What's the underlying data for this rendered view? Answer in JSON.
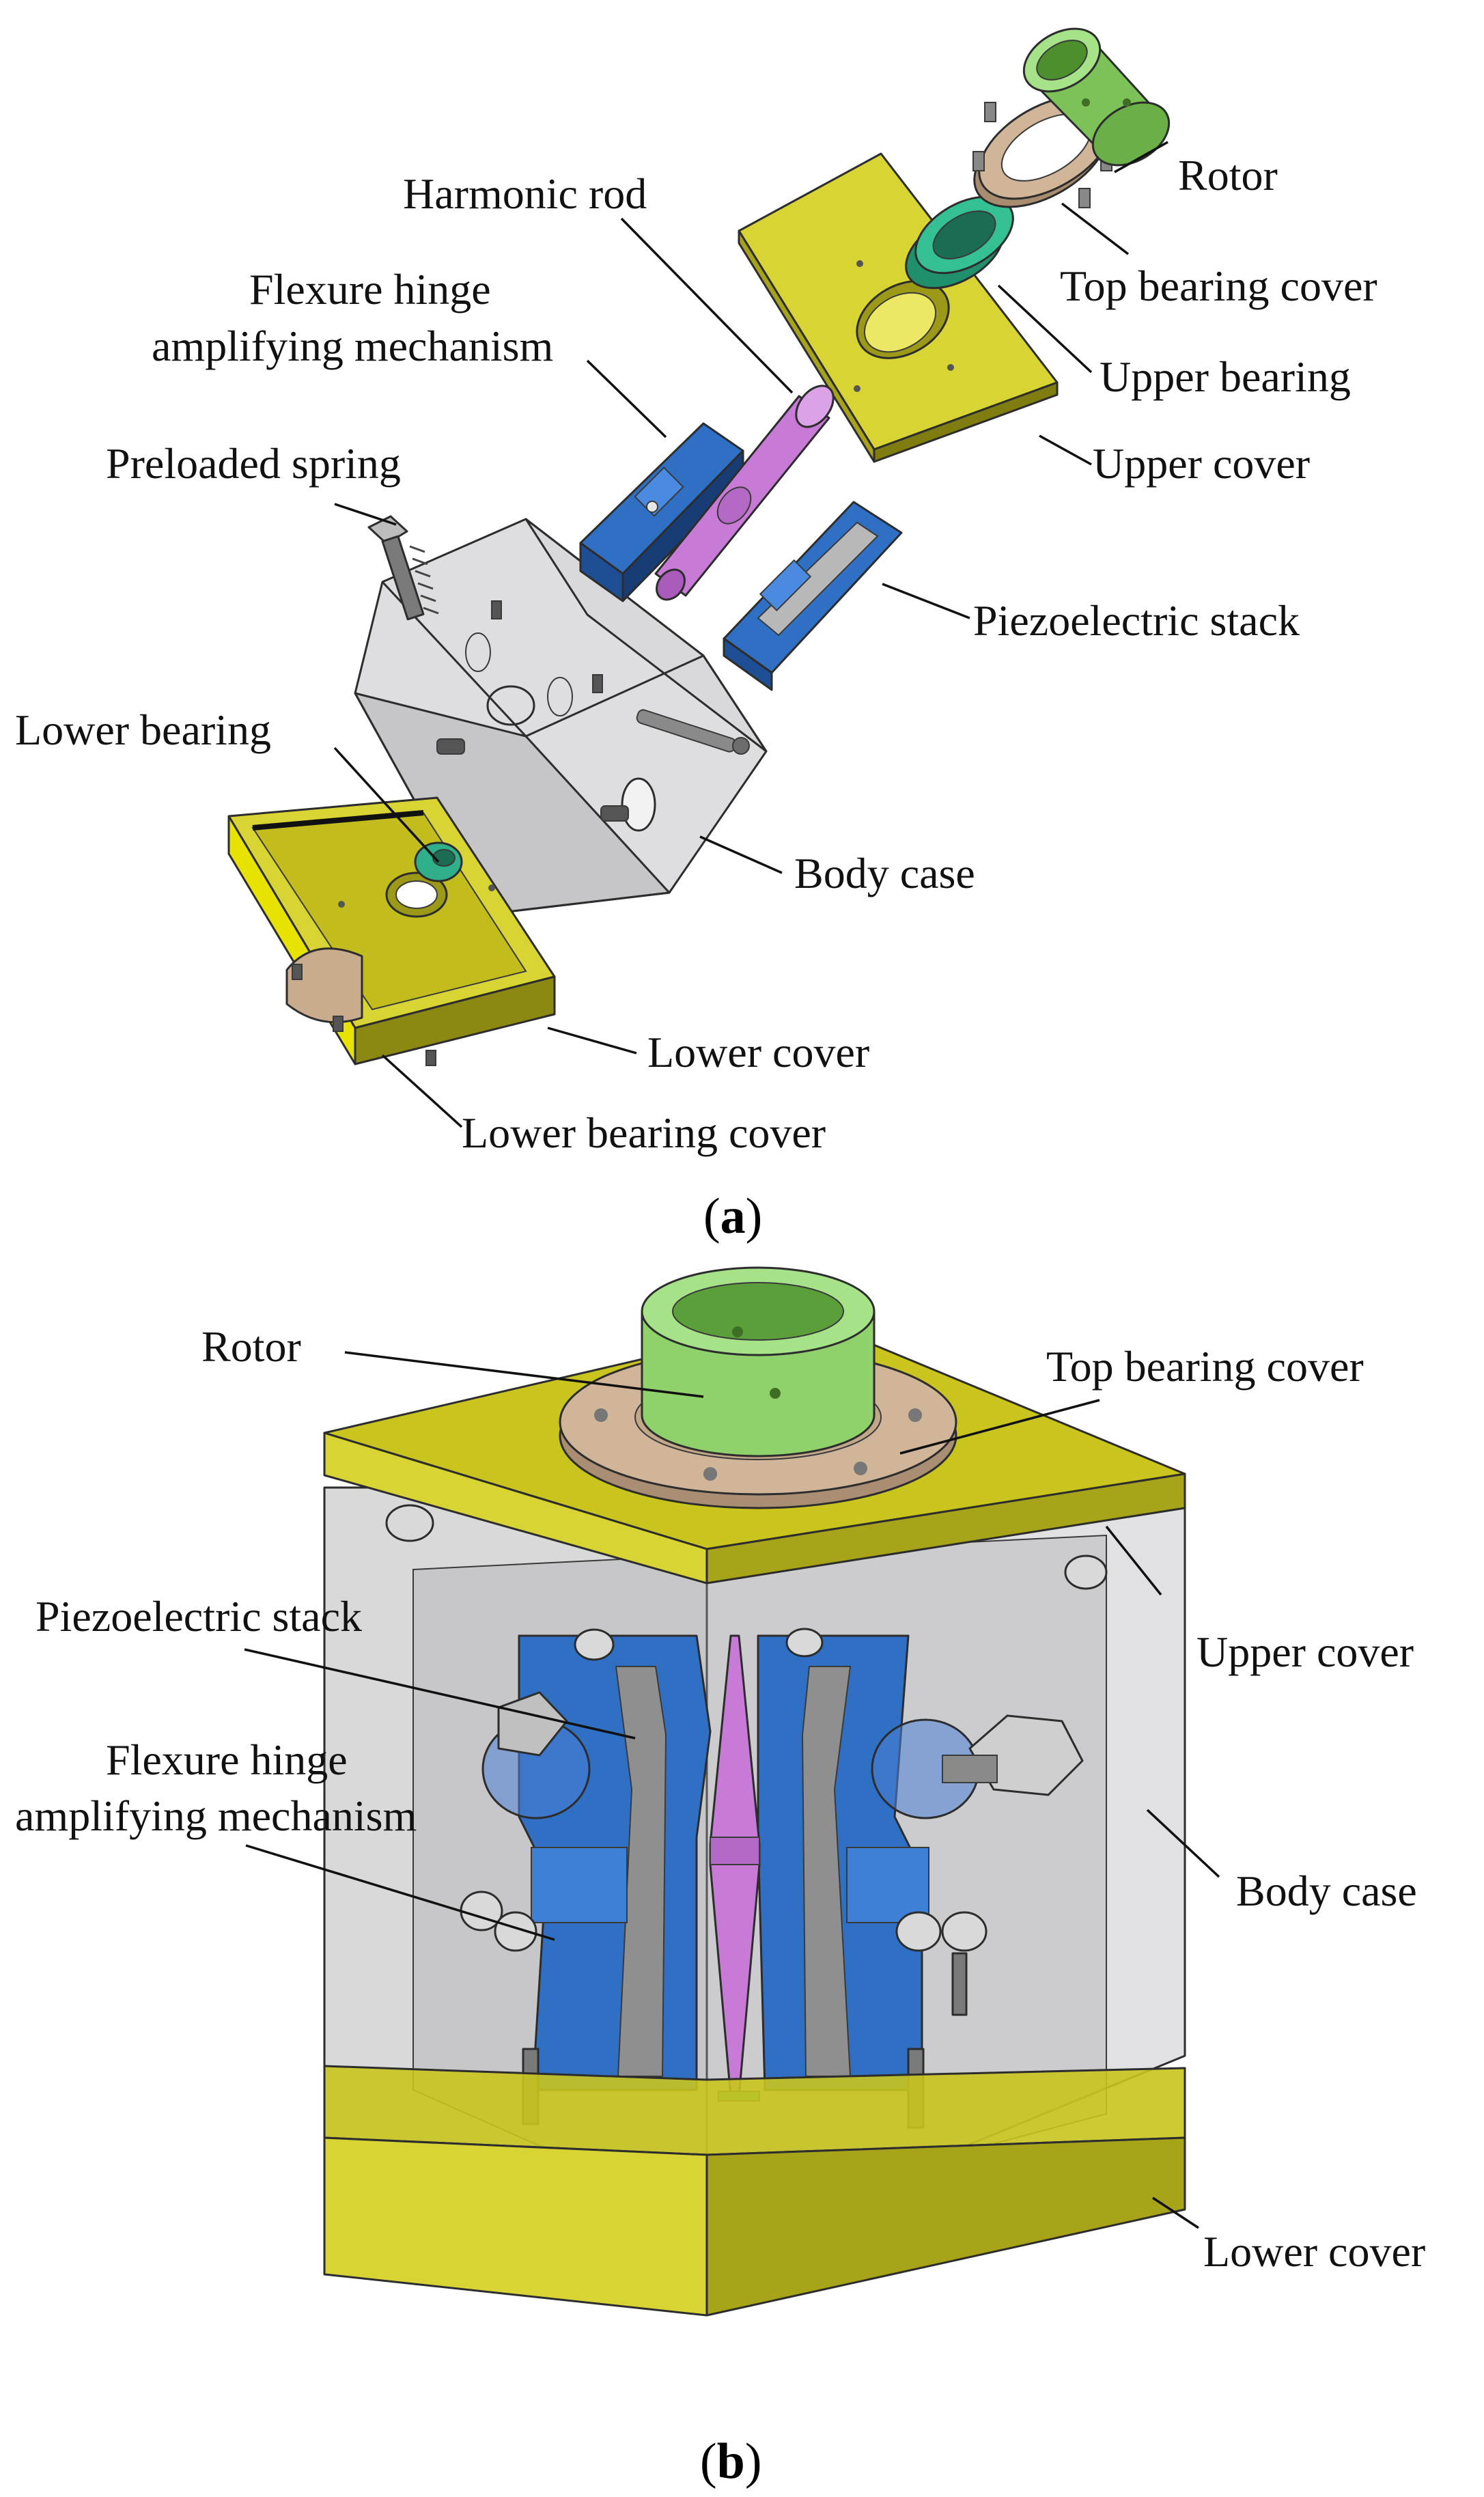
{
  "panel_a": {
    "labels": {
      "rotor": "Rotor",
      "harmonic_rod": "Harmonic rod",
      "top_bearing_cover": "Top bearing cover",
      "flexure_hinge_line1": "Flexure hinge",
      "flexure_hinge_line2": "amplifying mechanism",
      "upper_bearing": "Upper bearing",
      "upper_cover": "Upper cover",
      "preloaded_spring": "Preloaded spring",
      "piezoelectric_stack": "Piezoelectric stack",
      "lower_bearing": "Lower bearing",
      "body_case": "Body case",
      "lower_cover": "Lower cover",
      "lower_bearing_cover": "Lower bearing cover"
    },
    "caption_open": "(",
    "caption_letter": "a",
    "caption_close": ")"
  },
  "panel_b": {
    "labels": {
      "rotor": "Rotor",
      "top_bearing_cover": "Top bearing cover",
      "piezoelectric_stack": "Piezoelectric stack",
      "upper_cover": "Upper cover",
      "flexure_hinge_line1": "Flexure hinge",
      "flexure_hinge_line2": "amplifying mechanism",
      "body_case": "Body case",
      "lower_cover": "Lower cover"
    },
    "caption_open": "(",
    "caption_letter": "b",
    "caption_close": ")"
  },
  "colors": {
    "cover_yellow": "#c9c41e",
    "rotor_green": "#8fd16a",
    "bearing_teal": "#2fb08a",
    "flexure_blue": "#2f6fc4",
    "harmonic_rod_magenta": "#c77ad6",
    "bearing_cover_tan": "#c9ab8e",
    "body_case_gray": "#b9b9bc"
  }
}
